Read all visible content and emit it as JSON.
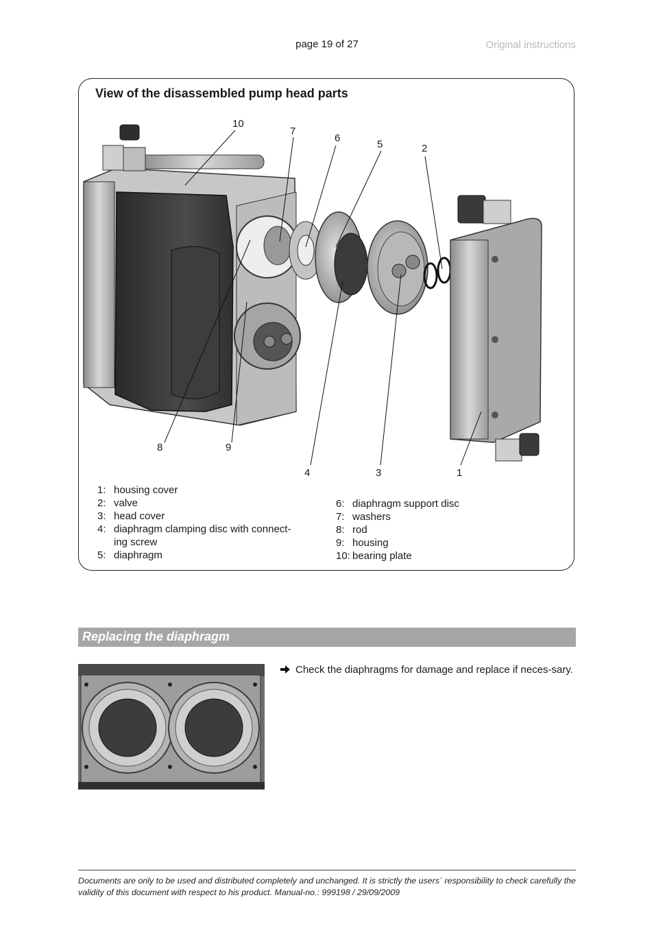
{
  "header": {
    "page_number": "page 19 of 27",
    "doc_label": "Original instructions"
  },
  "figure": {
    "title": "View of the disassembled pump head parts",
    "callouts": [
      "10",
      "7",
      "6",
      "5",
      "2",
      "8",
      "9",
      "4",
      "3",
      "1"
    ],
    "legend_left": [
      {
        "num": "1:",
        "text": "housing cover"
      },
      {
        "num": "2:",
        "text": "valve"
      },
      {
        "num": "3:",
        "text": "head cover"
      },
      {
        "num": "4:",
        "text": "diaphragm clamping disc with connect-"
      },
      {
        "num": "",
        "text": "ing screw"
      },
      {
        "num": "5:",
        "text": "diaphragm"
      }
    ],
    "legend_right": [
      {
        "num": "6:",
        "text": "diaphragm support disc"
      },
      {
        "num": "7:",
        "text": "washers"
      },
      {
        "num": "8:",
        "text": "rod"
      },
      {
        "num": "9:",
        "text": "housing"
      },
      {
        "num": "10:",
        "text": "bearing plate"
      }
    ]
  },
  "section": {
    "title": "Replacing the diaphragm",
    "instruction": "Check the diaphragms for damage and replace if neces-sary.",
    "arrow_icon": "right-arrow-icon"
  },
  "footer": {
    "text": "Documents are only to be used and distributed completely and unchanged. It is strictly the users´ responsibility to check carefully the validity of this document with respect to his product. Manual-no.:   999198 / 29/09/2009"
  }
}
